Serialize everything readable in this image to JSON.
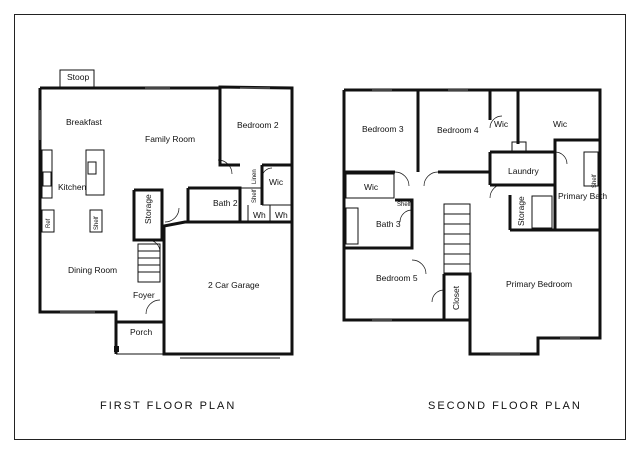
{
  "first_floor": {
    "caption": "FIRST FLOOR PLAN",
    "rooms": {
      "stoop": "Stoop",
      "breakfast": "Breakfast",
      "family_room": "Family Room",
      "bedroom2": "Bedroom 2",
      "kitchen": "Kitchen",
      "ref": "Ref",
      "shelf": "Shelf",
      "storage": "Storage",
      "bath2": "Bath 2",
      "linen": "Linen",
      "shelf2": "Shelf",
      "wic": "Wic",
      "wh1": "Wh",
      "wh2": "Wh",
      "dining_room": "Dining Room",
      "foyer": "Foyer",
      "porch": "Porch",
      "garage": "2 Car Garage"
    }
  },
  "second_floor": {
    "caption": "SECOND FLOOR PLAN",
    "rooms": {
      "bedroom3": "Bedroom 3",
      "bedroom4": "Bedroom 4",
      "wic_b4": "Wic",
      "wic_primary": "Wic",
      "wic_b3": "Wic",
      "shelf": "Shelf",
      "laundry": "Laundry",
      "shelf2": "Shelf",
      "primary_bath": "Primary Bath",
      "bath3": "Bath 3",
      "storage": "Storage",
      "bedroom5": "Bedroom 5",
      "closet": "Closet",
      "primary_bedroom": "Primary Bedroom"
    }
  }
}
